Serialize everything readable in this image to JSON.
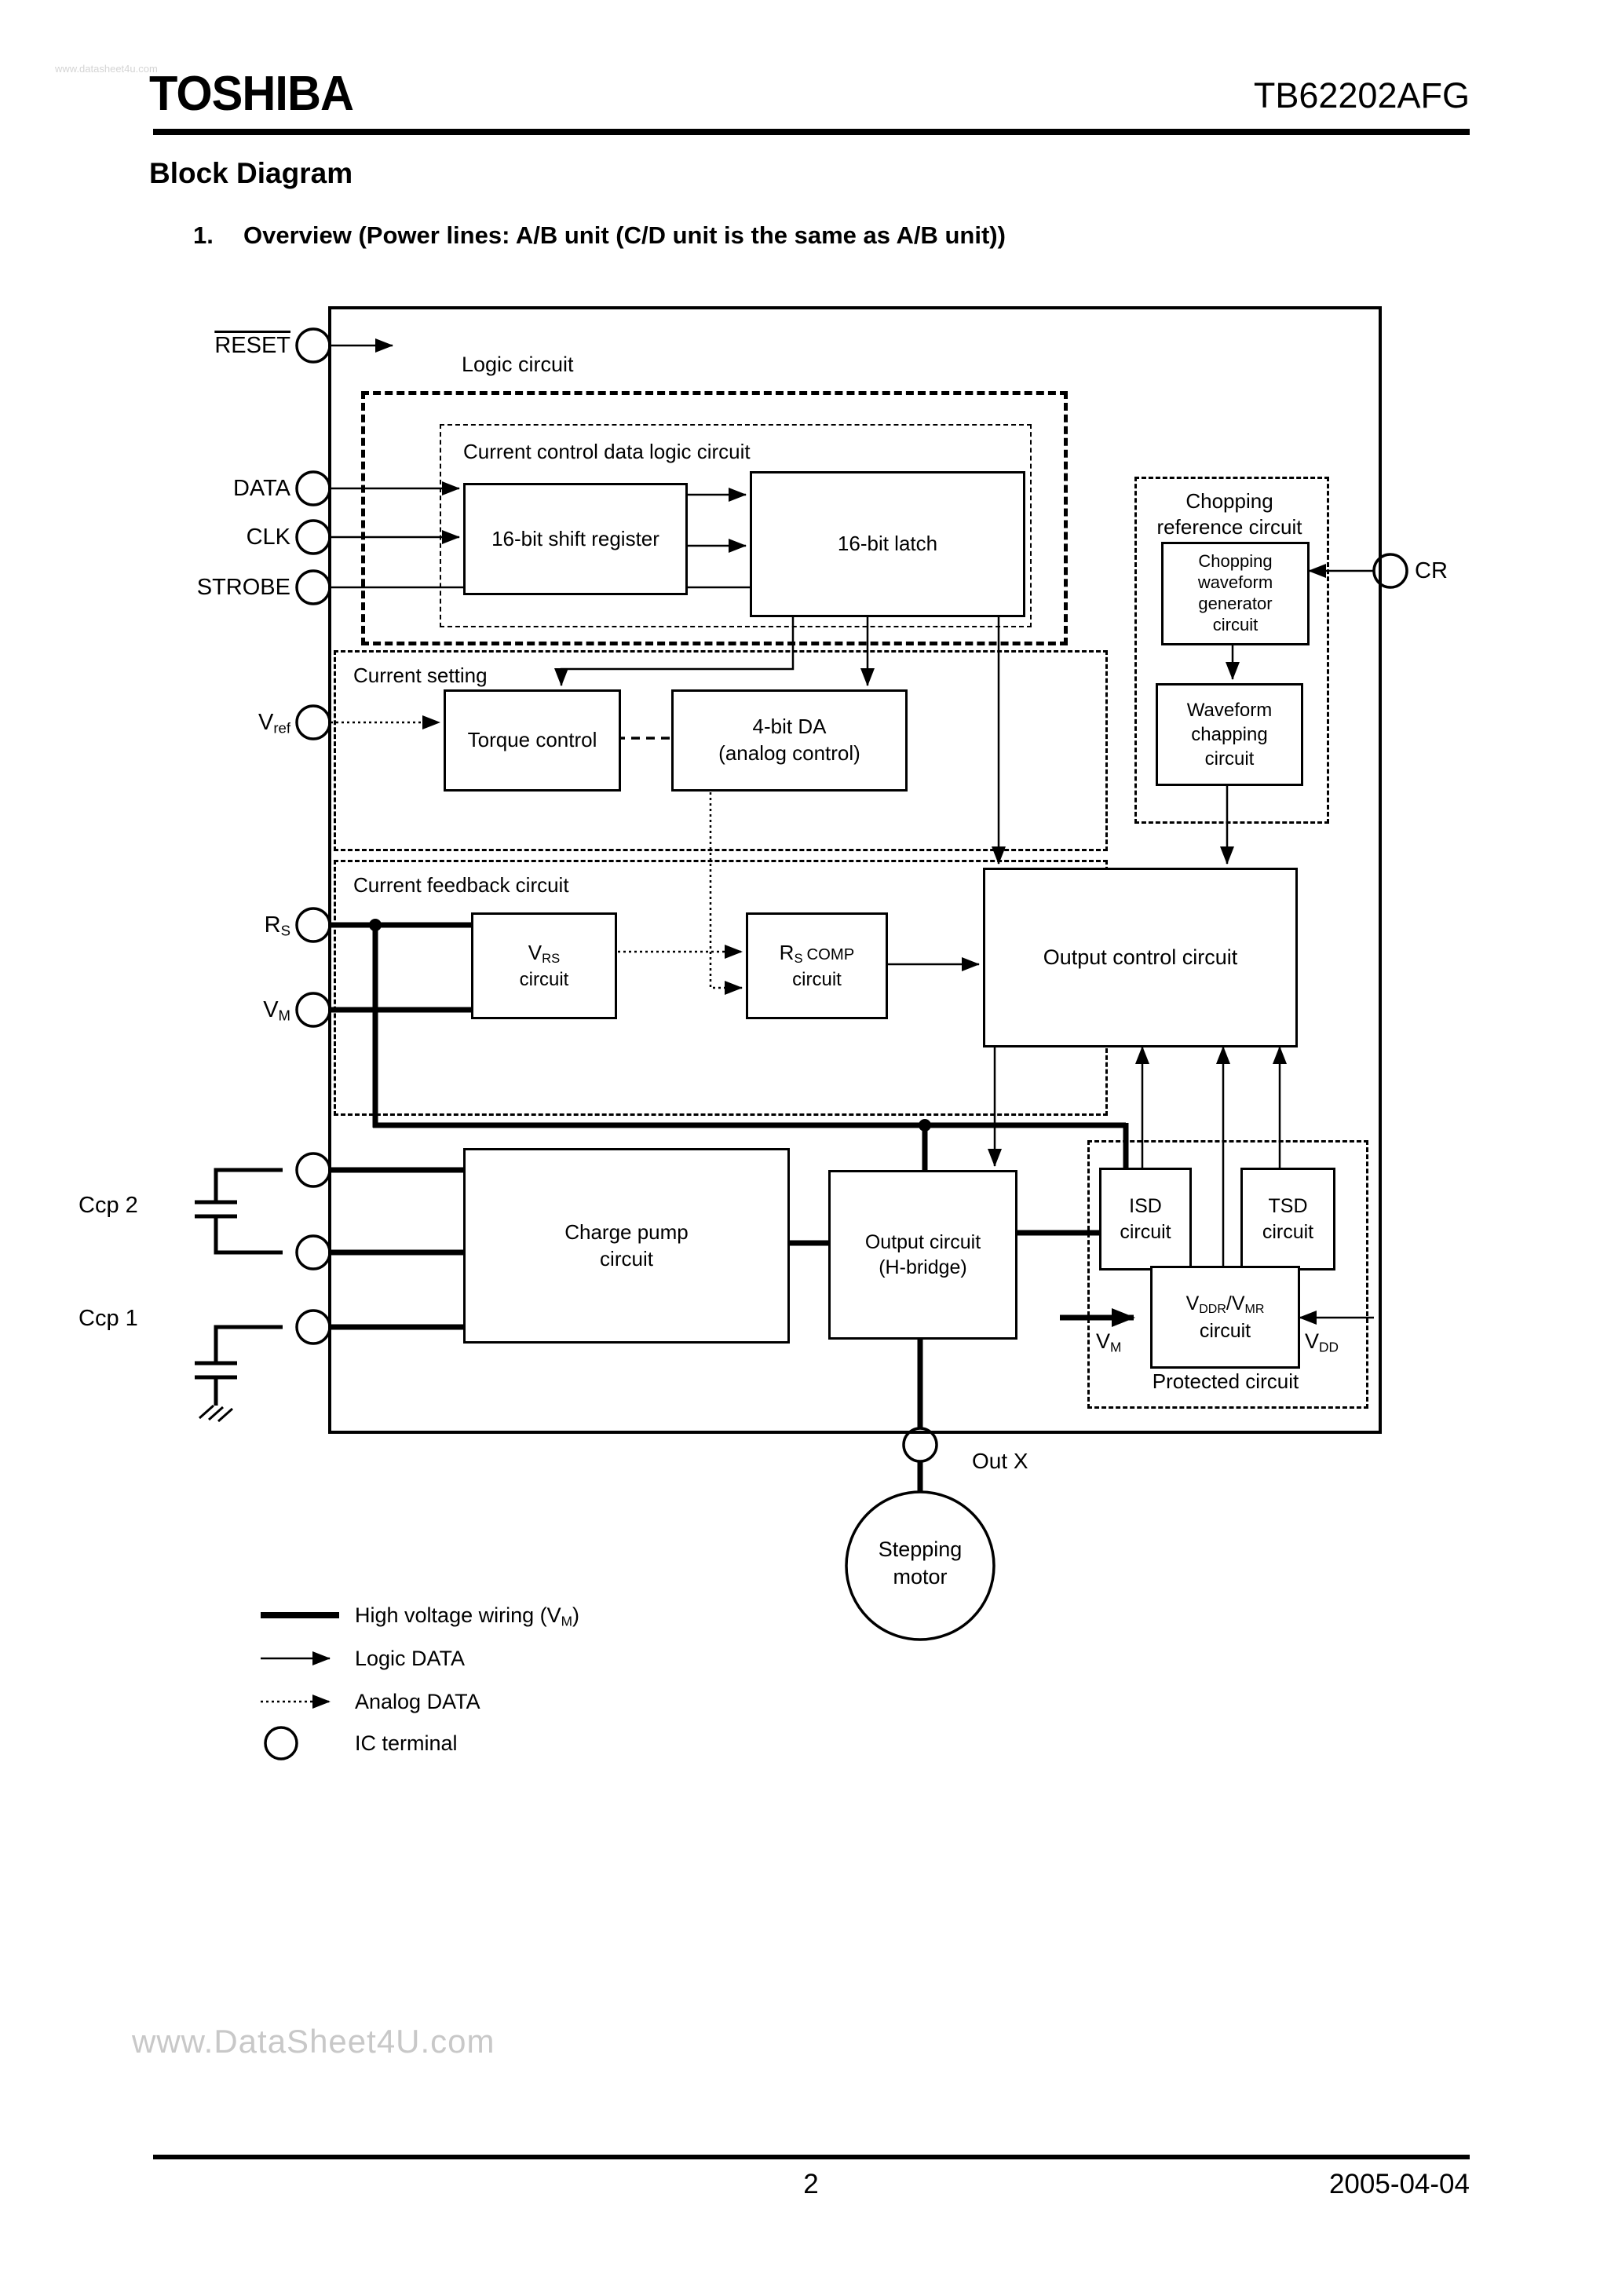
{
  "header": {
    "brand": "TOSHIBA",
    "part": "TB62202AFG"
  },
  "title": {
    "heading": "Block Diagram",
    "item_no": "1.",
    "item_text": "Overview (Power lines: A/B unit (C/D unit is the same as A/B unit))"
  },
  "watermarks": {
    "top": "www.datasheet4u.com",
    "bottom": "www.DataSheet4U.com"
  },
  "footer": {
    "page": "2",
    "date": "2005-04-04"
  },
  "terminals": {
    "reset": "RESET",
    "data": "DATA",
    "clk": "CLK",
    "strobe": "STROBE",
    "vref": {
      "base": "V",
      "sub": "ref"
    },
    "rs": {
      "base": "R",
      "sub": "S"
    },
    "vm": {
      "base": "V",
      "sub": "M"
    },
    "ccp2": "Ccp 2",
    "ccp1": "Ccp 1",
    "cr": "CR",
    "outx": "Out X"
  },
  "diagram": {
    "logic_section": "Logic circuit",
    "ccdl_section": "Current control data logic circuit",
    "shift_register": "16-bit shift register",
    "latch": "16-bit latch",
    "current_setting_section": "Current setting",
    "torque": "Torque control",
    "da_line1": "4-bit DA",
    "da_line2": "(analog control)",
    "chop_ref_line1": "Chopping",
    "chop_ref_line2": "reference circuit",
    "chop_gen_line1": "Chopping",
    "chop_gen_line2": "waveform",
    "chop_gen_line3": "generator",
    "chop_gen_line4": "circuit",
    "wav_chap_line1": "Waveform",
    "wav_chap_line2": "chapping",
    "wav_chap_line3": "circuit",
    "feedback_section": "Current feedback circuit",
    "vrs": {
      "base": "V",
      "sub": "RS",
      "line2": "circuit"
    },
    "rscomp": {
      "base": "R",
      "sub": "S",
      "rest": "COMP",
      "line2": "circuit"
    },
    "output_control": "Output control circuit",
    "charge_pump_line1": "Charge pump",
    "charge_pump_line2": "circuit",
    "output_circuit_line1": "Output circuit",
    "output_circuit_line2": "(H-bridge)",
    "isd_line1": "ISD",
    "isd_line2": "circuit",
    "tsd_line1": "TSD",
    "tsd_line2": "circuit",
    "vddr": {
      "b1": "V",
      "s1": "DDR",
      "b2": "/V",
      "s2": "MR",
      "line2": "circuit"
    },
    "protected_section": "Protected circuit",
    "vm_in": {
      "base": "V",
      "sub": "M"
    },
    "vdd_in": {
      "base": "V",
      "sub": "DD"
    },
    "motor_line1": "Stepping",
    "motor_line2": "motor"
  },
  "legend": {
    "high_voltage": {
      "pre": "High voltage wiring (V",
      "sub": "M",
      "post": ")"
    },
    "logic_data": "Logic DATA",
    "analog_data": "Analog DATA",
    "ic_terminal": "IC terminal"
  }
}
